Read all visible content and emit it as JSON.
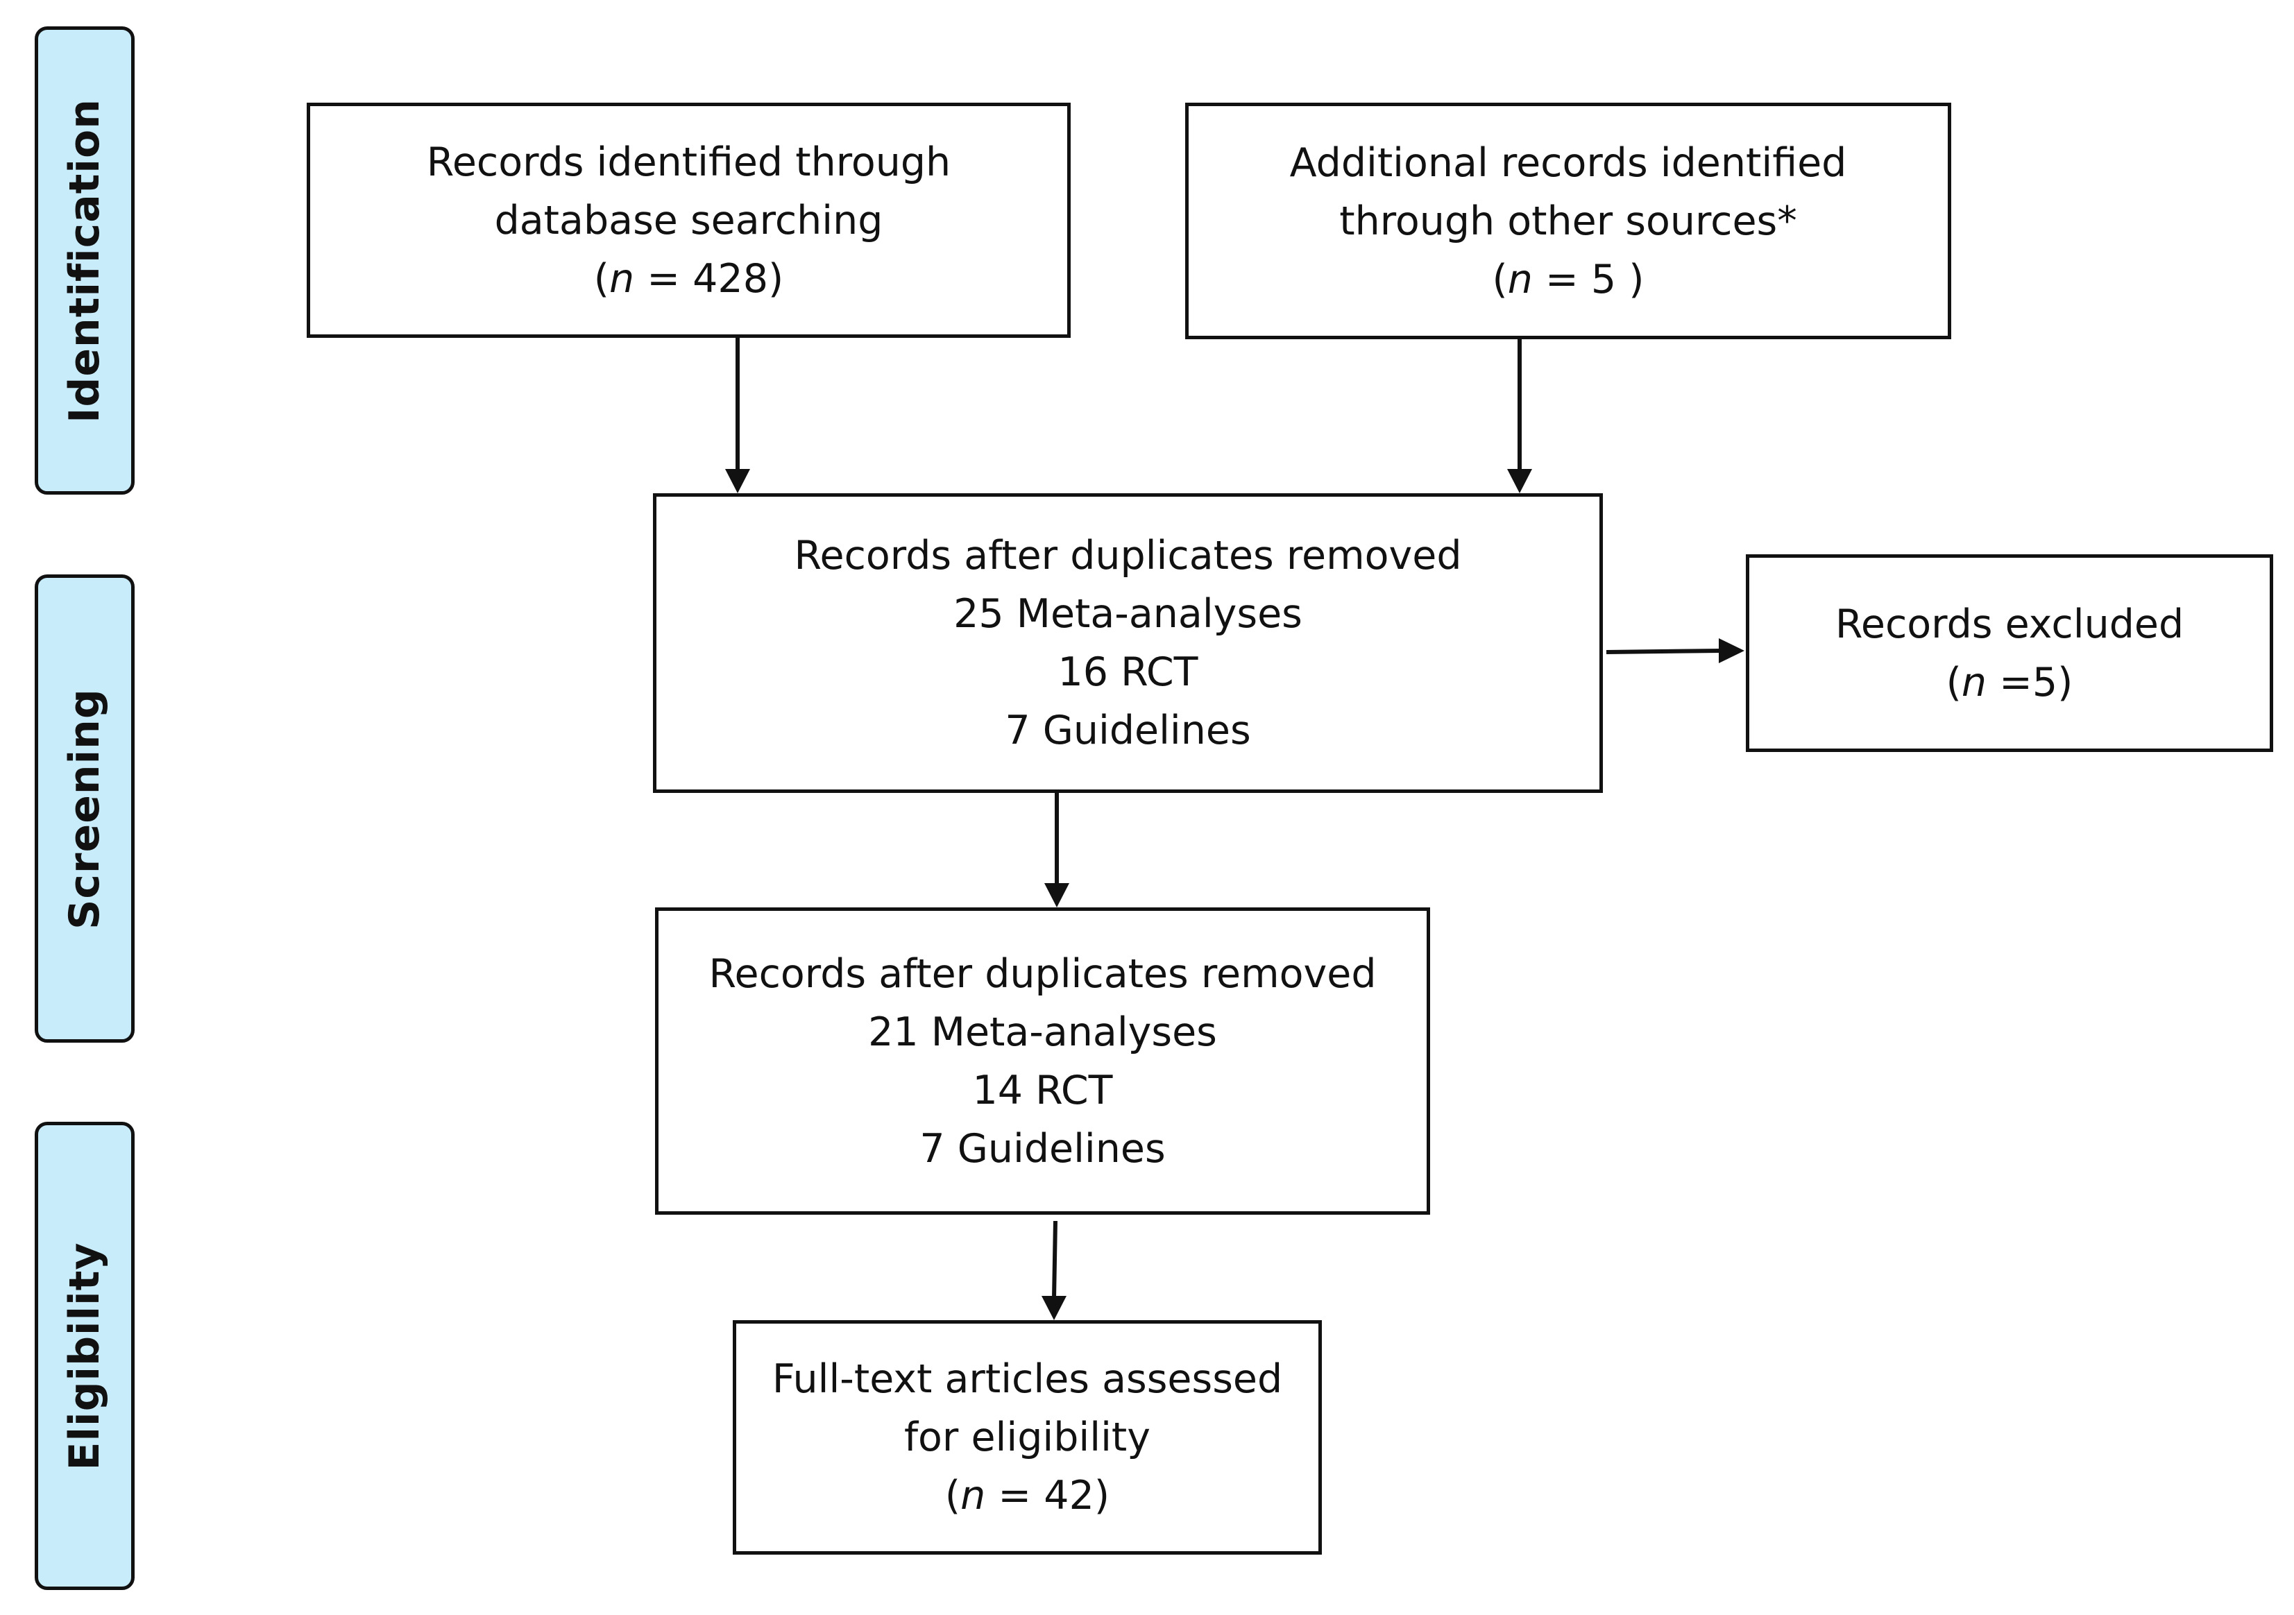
{
  "stages": {
    "identification": "Identification",
    "screening": "Screening",
    "eligibility": "Eligibility"
  },
  "boxes": {
    "database_records": {
      "line1": "Records identified through",
      "line2": "database searching",
      "n_open": "(",
      "n_var": "n",
      "n_value": " =  428)"
    },
    "other_sources": {
      "line1": "Additional records identified",
      "line2": "through other sources*",
      "n_open": "(",
      "n_var": "n",
      "n_value": " =  5 )"
    },
    "after_duplicates_1": {
      "title": "Records after duplicates removed",
      "meta": "25 Meta-analyses",
      "rct": "16 RCT",
      "guidelines": "7 Guidelines"
    },
    "records_excluded": {
      "title": "Records excluded",
      "n_open": "(",
      "n_var": "n",
      "n_value": " =5)"
    },
    "after_duplicates_2": {
      "title": "Records after duplicates removed",
      "meta": "21 Meta-analyses",
      "rct": "14 RCT",
      "guidelines": "7 Guidelines"
    },
    "full_text": {
      "line1": "Full-text articles assessed",
      "line2": "for eligibility",
      "n_open": "(",
      "n_var": "n",
      "n_value": " = 42)"
    }
  },
  "colors": {
    "stage_fill": "#c9ecfb",
    "stroke": "#111111",
    "box_fill": "#ffffff"
  }
}
